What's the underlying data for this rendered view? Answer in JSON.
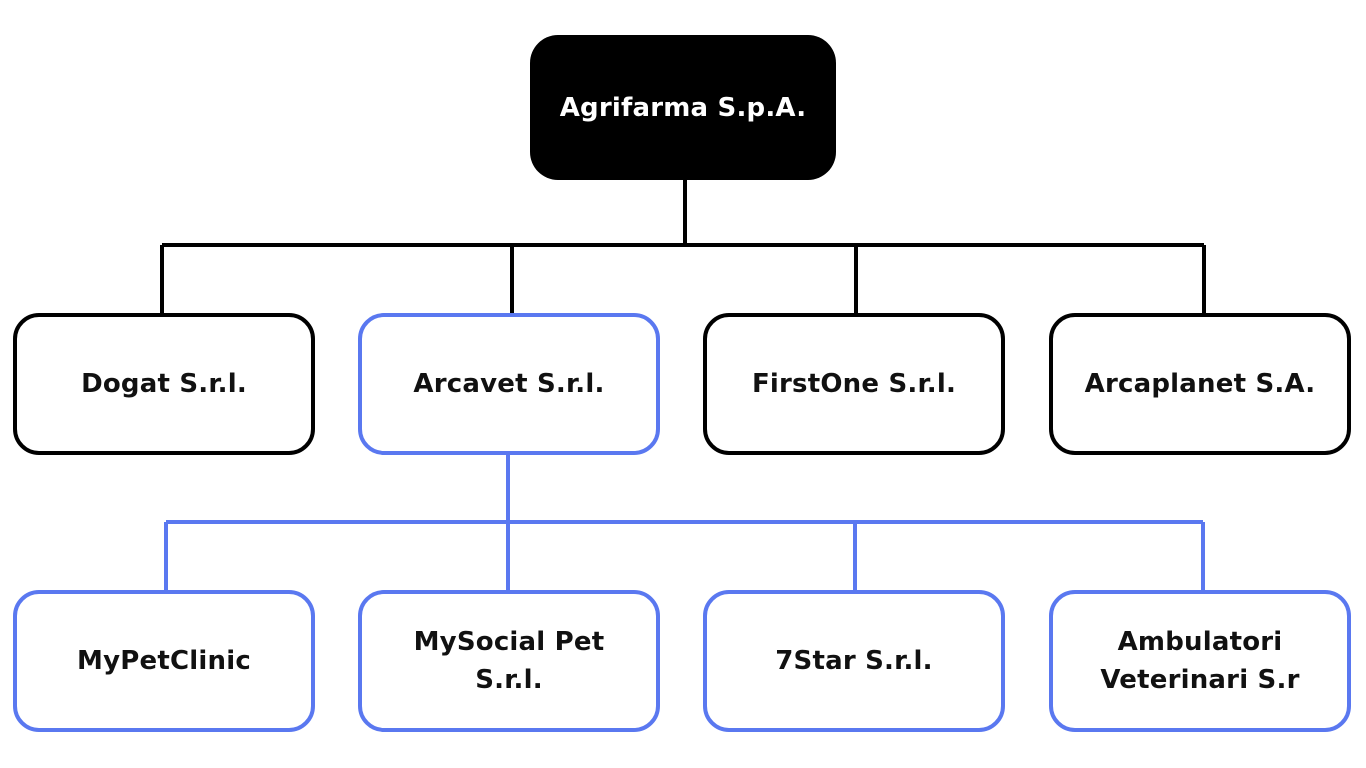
{
  "colors": {
    "root_fill": "#000000",
    "dark_stroke": "#000000",
    "accent": "#5a78f0",
    "background": "#ffffff"
  },
  "root": {
    "label": "Agrifarma S.p.A."
  },
  "subsidiaries": [
    {
      "label": "Dogat S.r.l.",
      "highlighted": false
    },
    {
      "label": "Arcavet S.r.l.",
      "highlighted": true
    },
    {
      "label": "FirstOne S.r.l.",
      "highlighted": false
    },
    {
      "label": "Arcaplanet S.A.",
      "highlighted": false
    }
  ],
  "arcavet_children": [
    {
      "label": "MyPetClinic"
    },
    {
      "label": "MySocial Pet S.r.l."
    },
    {
      "label": "7Star S.r.l."
    },
    {
      "label": "Ambulatori Veterinari S.r"
    }
  ]
}
